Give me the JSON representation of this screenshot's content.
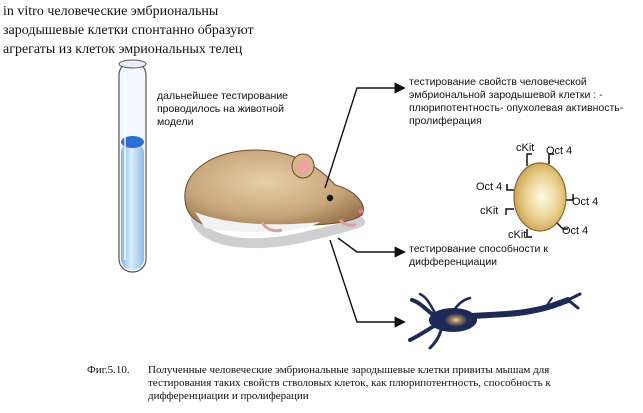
{
  "top_caption": [
    "in vitro человеческие эмбриональны",
    "зародышевые клетки спонтанно образуют",
    "агрегаты из клеток эмриональных телец"
  ],
  "notes": {
    "animal_model": "дальнейшее тестирование проводилось на животной модели",
    "properties": "тестирование свойств человеческой эмбриональной зародышевой клетки : - плюрипотентность- опухолевая активность- пролиферация",
    "differentiation": "тестирование способности к дифференциации"
  },
  "markers": {
    "ckit_top": "cKit",
    "oct4_top": "Oct 4",
    "oct4_left": "Oct 4",
    "oct4_right": "Oct 4",
    "ckit_left": "cKit",
    "ckit_bottom": "cKit",
    "oct4_bottom": "Oct 4"
  },
  "figure": {
    "label": "Фиг.5.10.",
    "caption": "Полученные человеческие эмбриональные зародышевые клетки привиты мышам для тестирования таких свойств стволовых клеток, как плюрипотентность, способность к дифференциации и пролиферации"
  },
  "colors": {
    "tube_liquid": "#a9d3f0",
    "tube_top": "#2d6fd6",
    "mouse_fur": "#c9a77c",
    "cell_body": "#e2c37e",
    "neuron": "#1e2a55",
    "neuron_core": "#e0a24a"
  }
}
